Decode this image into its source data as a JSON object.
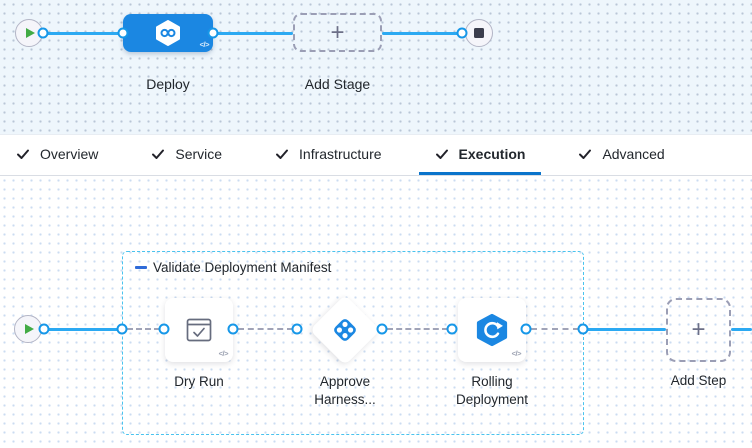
{
  "colors": {
    "primary_blue": "#1b87e2",
    "connector_blue": "#2BA9F2",
    "port_blue": "#1697E8",
    "active_tab_underline": "#0b74cb",
    "group_border": "#49c3ee",
    "play_green": "#42ab45",
    "stop_gray": "#3b3d4d"
  },
  "stage_graph": {
    "stage": {
      "label": "Deploy",
      "icon": "harness-deploy-icon",
      "code_badge": "</>"
    },
    "add_stage": {
      "label": "Add Stage",
      "plus": "+"
    }
  },
  "tabs": [
    {
      "label": "Overview",
      "checked": true,
      "active": false
    },
    {
      "label": "Service",
      "checked": true,
      "active": false
    },
    {
      "label": "Infrastructure",
      "checked": true,
      "active": false
    },
    {
      "label": "Execution",
      "checked": true,
      "active": true
    },
    {
      "label": "Advanced",
      "checked": true,
      "active": false
    }
  ],
  "execution_graph": {
    "group_label": "Validate Deployment Manifest",
    "steps": [
      {
        "label": "Dry Run",
        "icon": "dry-run-icon",
        "code_badge": "</>"
      },
      {
        "label": "Approve Harness...",
        "icon": "approval-icon"
      },
      {
        "label": "Rolling Deployment",
        "icon": "rolling-deployment-icon",
        "code_badge": "</>"
      }
    ],
    "add_step": {
      "label": "Add Step",
      "plus": "+"
    }
  }
}
